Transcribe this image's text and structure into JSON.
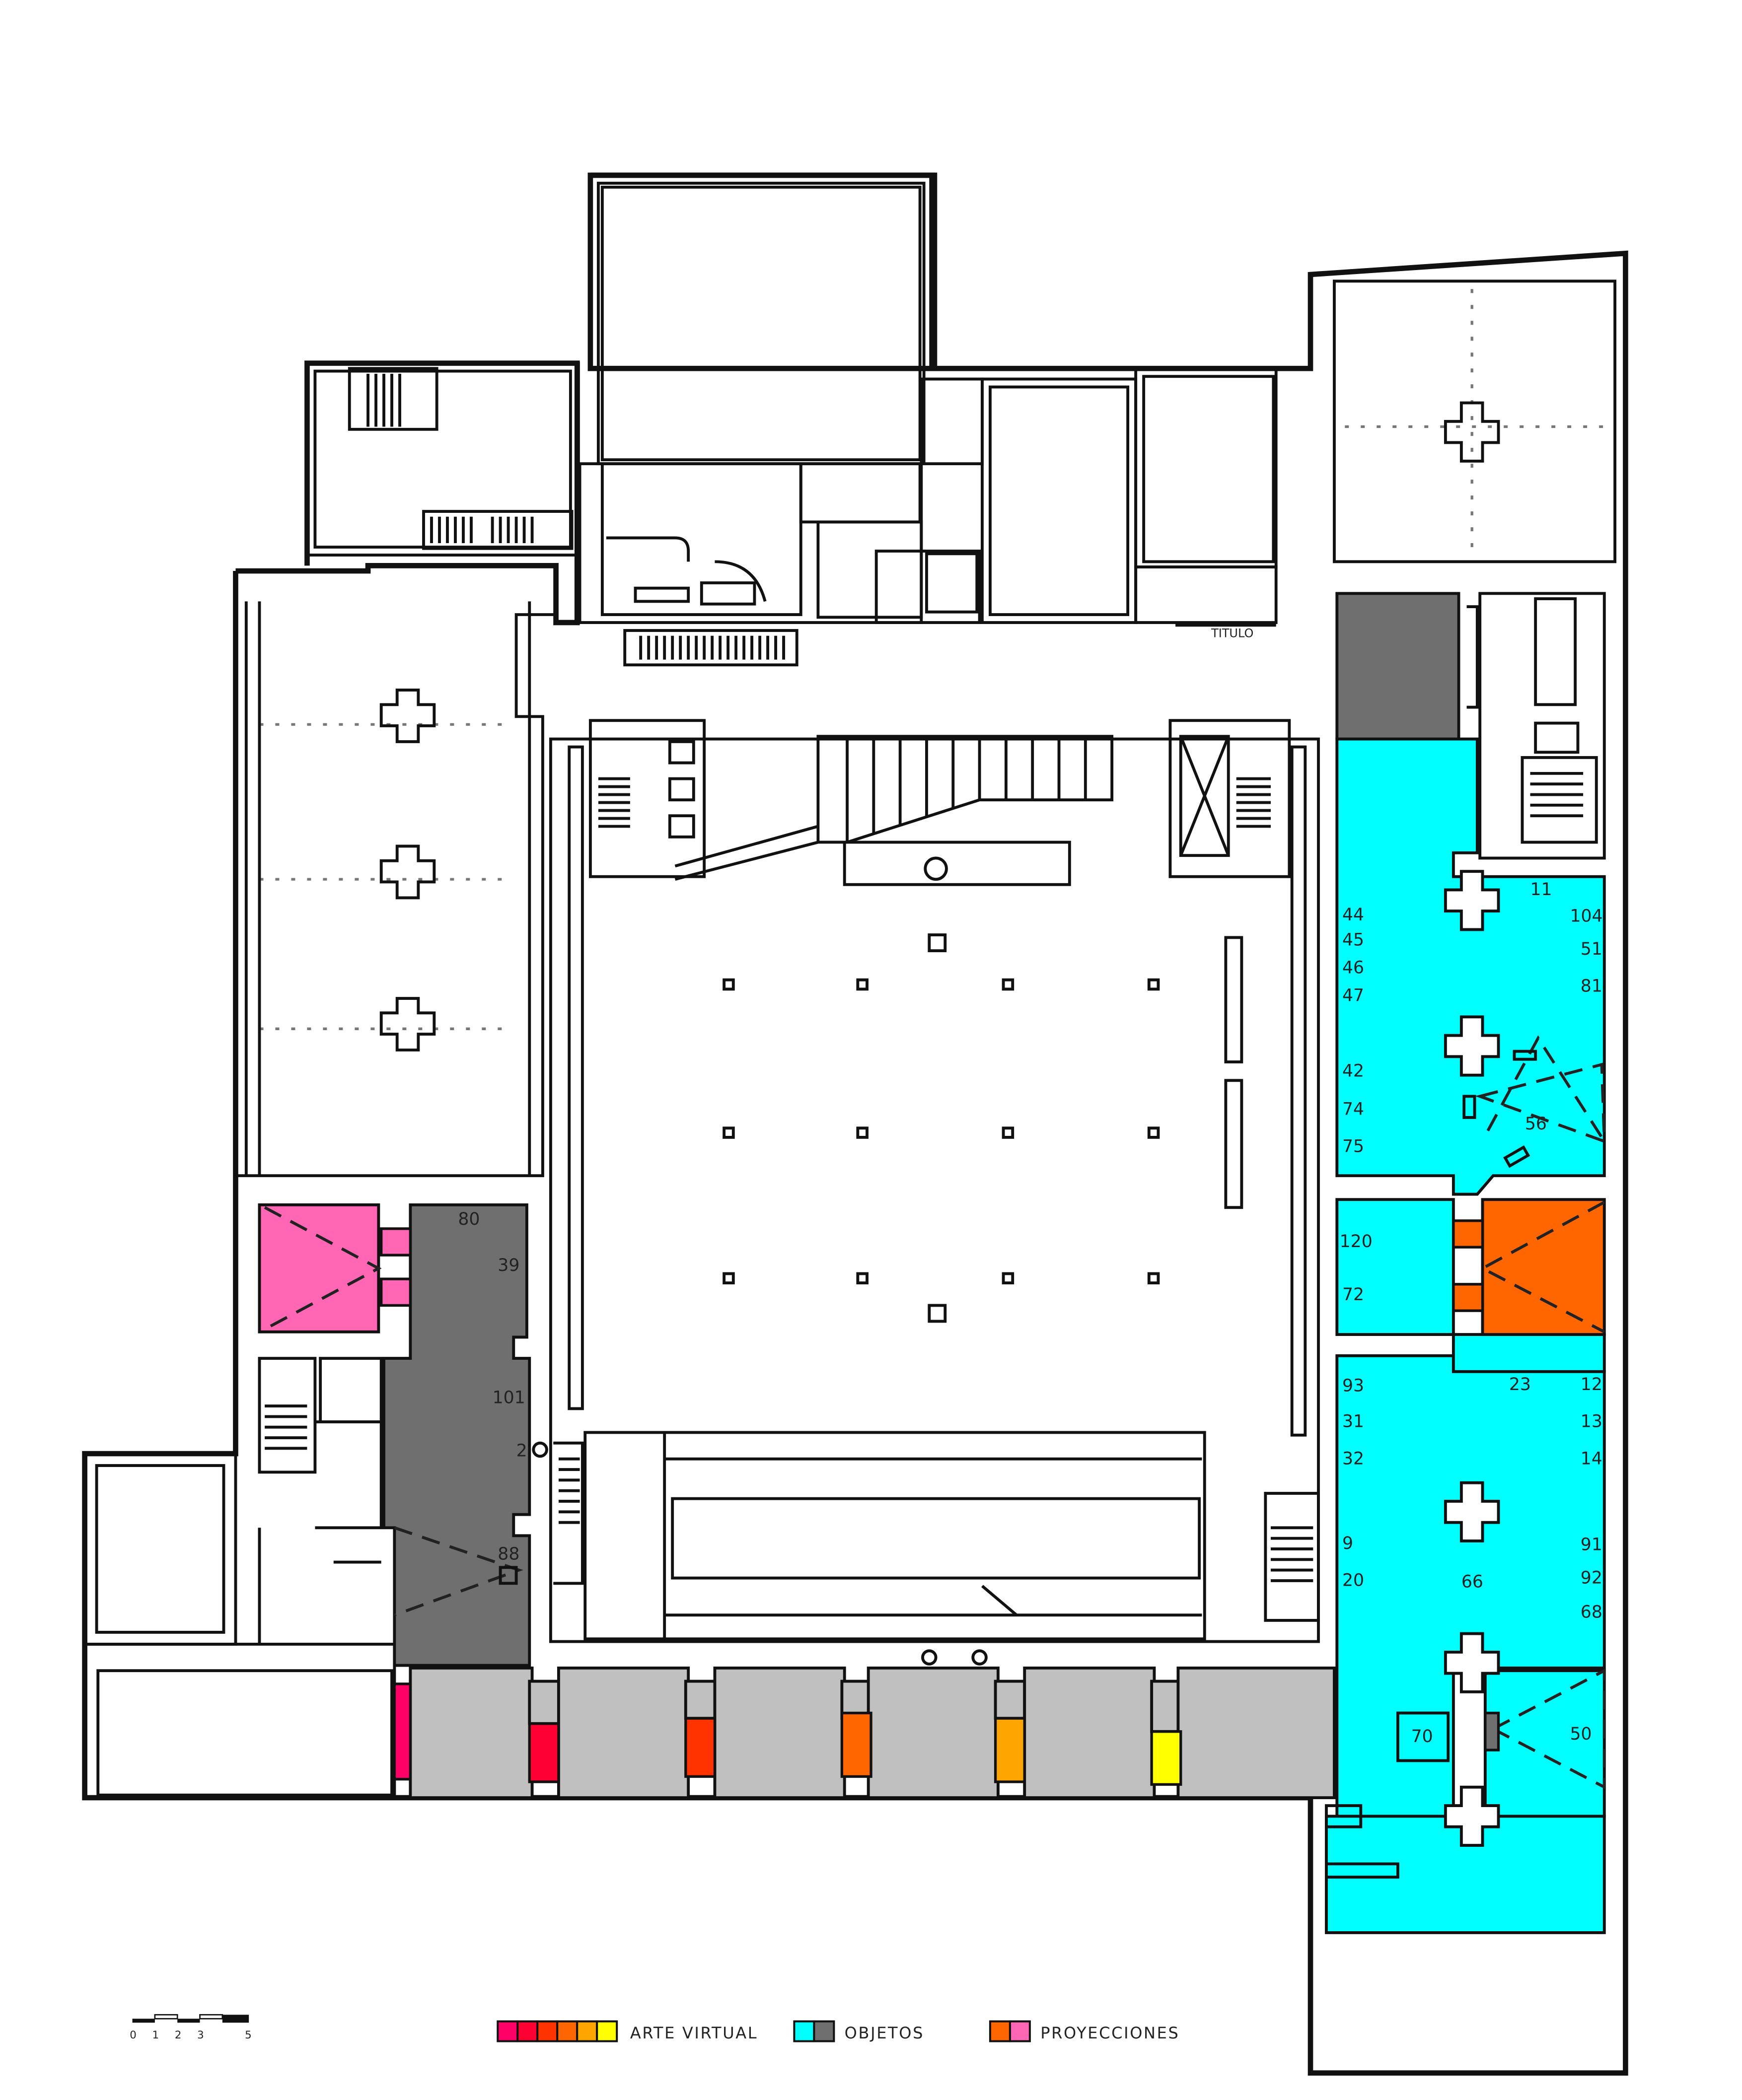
{
  "colors": {
    "objetos_light": "#00FFFF",
    "objetos_dark": "#6F6F6F",
    "objetos_grey": "#C0C0C0",
    "proyecciones_orange": "#FF6600",
    "proyecciones_pink": "#FF66B3",
    "arte_virtual": [
      "#FF0066",
      "#FF0033",
      "#FF3300",
      "#FF6600",
      "#FFA500",
      "#FFFF00"
    ]
  },
  "labels": {
    "titulo": "TITULO",
    "rooms": {
      "r11": "11",
      "r104": "104",
      "r51": "51",
      "r81": "81",
      "r44": "44",
      "r45": "45",
      "r46": "46",
      "r47": "47",
      "r42": "42",
      "r74": "74",
      "r75": "75",
      "r56": "56",
      "r120": "120",
      "r72": "72",
      "r93": "93",
      "r31": "31",
      "r32": "32",
      "r23": "23",
      "r12": "12",
      "r13": "13",
      "r14": "14",
      "r9": "9",
      "r20": "20",
      "r66": "66",
      "r91": "91",
      "r92": "92",
      "r68": "68",
      "r70": "70",
      "r50": "50",
      "r80": "80",
      "r39": "39",
      "r101": "101",
      "r2": "2",
      "r88": "88"
    }
  },
  "legend": {
    "arte_virtual": "ARTE VIRTUAL",
    "objetos": "OBJETOS",
    "proyecciones": "PROYECCIONES"
  },
  "scale": {
    "ticks": [
      "0",
      "1",
      "2",
      "3",
      "5"
    ]
  }
}
